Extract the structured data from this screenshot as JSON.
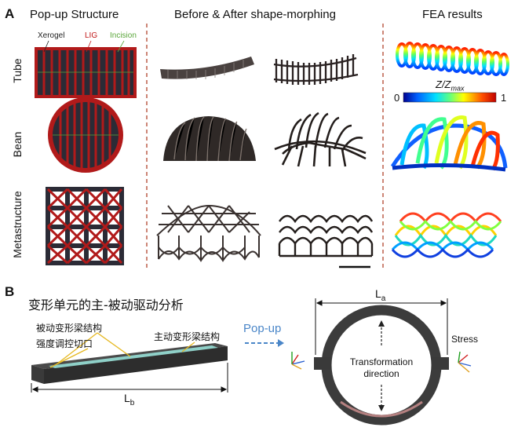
{
  "panel_a": {
    "letter": "A",
    "col1_title": "Pop-up Structure",
    "col2_title": "Before & After shape-morphing",
    "col3_title": "FEA results",
    "legend": {
      "xerogel": "Xerogel",
      "lig": "LIG",
      "incision": "Incision"
    },
    "rows": [
      "Tube",
      "Bean",
      "Metastructure"
    ],
    "colorbar": {
      "label_main": "Z/Z",
      "label_sub": "max",
      "min": "0",
      "max": "1"
    },
    "colors": {
      "frame_red": "#b11a1a",
      "lig_dark": "#2b2b36",
      "incision_green": "#5aa63a",
      "divider": "#b2452e"
    }
  },
  "panel_b": {
    "letter": "B",
    "title": "变形单元的主-被动驱动分析",
    "labels": {
      "passive_beam": "被动变形梁结构",
      "incision_control": "强度调控切口",
      "active_beam": "主动变形梁结构",
      "popup": "Pop-up",
      "stress": "Stress",
      "transformation": "Transformation",
      "direction": "direction",
      "length_before": "L",
      "length_before_sub": "b",
      "length_after": "L",
      "length_after_sub": "a"
    },
    "colors": {
      "popup_text": "#4a86c8",
      "beam_top": "#8fd0c8",
      "callout": "#e6b820"
    }
  }
}
